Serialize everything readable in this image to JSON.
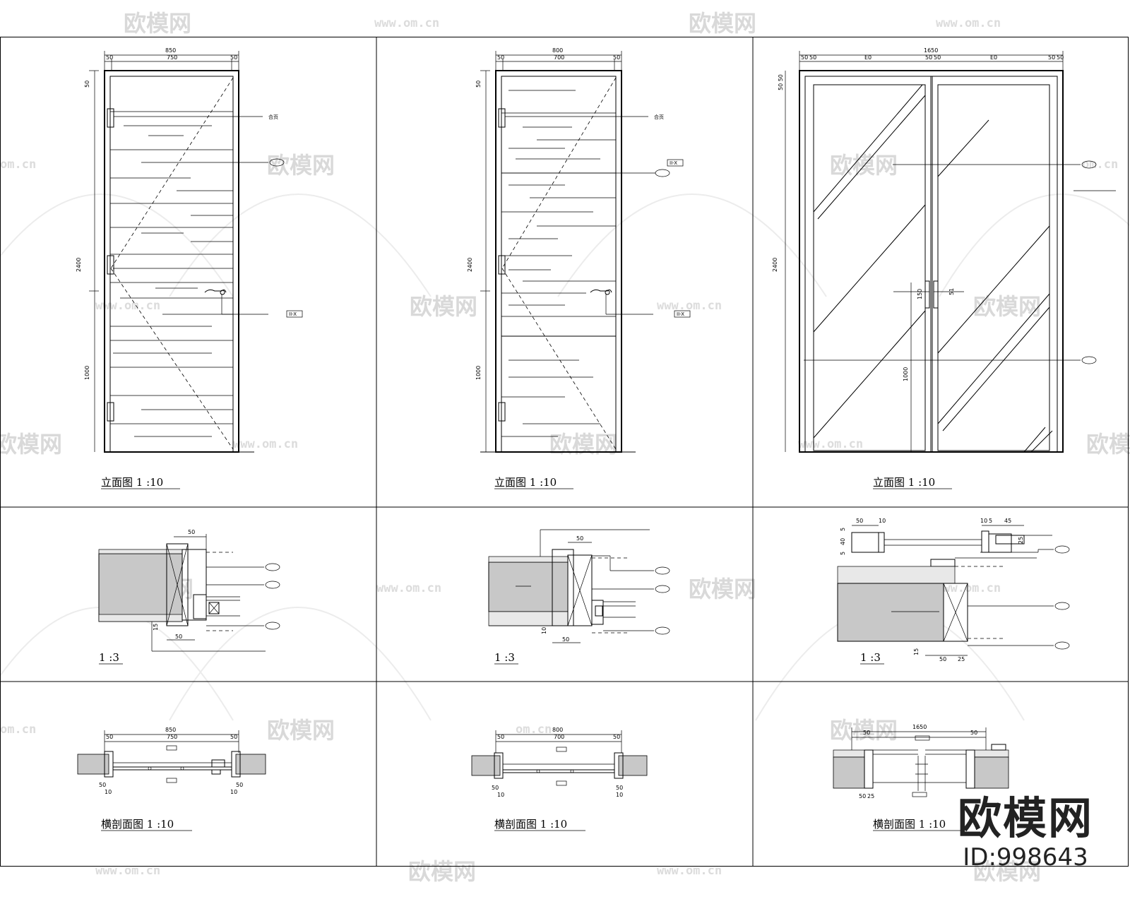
{
  "watermark": {
    "logo_text": "欧模网",
    "url": "www.om.cn",
    "url_short": "om.cn"
  },
  "branding": {
    "logo": "欧模网",
    "id": "ID:998643"
  },
  "panels": {
    "elev1": {
      "caption": "立面图  1 :10",
      "dims": {
        "overall": "850",
        "left": "50",
        "mid": "750",
        "right": "50",
        "top": "50",
        "height": "2400",
        "handle": "1000"
      },
      "notes": {
        "hinge": "合页",
        "tag": "II-X"
      }
    },
    "elev2": {
      "caption": "立面图  1 :10",
      "dims": {
        "overall": "800",
        "left": "50",
        "mid": "700",
        "right": "50",
        "top": "50",
        "height": "2400",
        "handle": "1000"
      },
      "notes": {
        "hinge": "合页",
        "tag": "II-X"
      }
    },
    "elev3": {
      "caption": "立面图  1 :10",
      "dims": {
        "overall": "1650",
        "a": "50",
        "b": "50",
        "mid1": "E0",
        "c": "50",
        "d": "50",
        "mid2": "E0",
        "e": "50",
        "f": "50",
        "top": "50 50",
        "height": "2400",
        "handle": "1000",
        "pull": "150",
        "pull2": "51"
      }
    },
    "det1": {
      "caption": "1 :3",
      "dims": {
        "w": "50",
        "w2": "50",
        "b": "15"
      }
    },
    "det2": {
      "caption": "1 :3",
      "dims": {
        "w": "50",
        "w2": "50",
        "b": "10"
      }
    },
    "det3": {
      "caption": "1 :3",
      "dims": {
        "a": "50",
        "b": "10",
        "c": "10",
        "d": "5",
        "e": "45",
        "f": "5",
        "g": "40",
        "h": "5",
        "i": "25",
        "w": "50",
        "w2": "25",
        "k": "15"
      }
    },
    "plan1": {
      "caption": "横剖面图  1 :10",
      "dims": {
        "overall": "850",
        "left": "50",
        "mid": "750",
        "right": "50",
        "b1": "50",
        "b2": "10",
        "b3": "50",
        "b4": "10"
      }
    },
    "plan2": {
      "caption": "横剖面图  1 :10",
      "dims": {
        "overall": "800",
        "left": "50",
        "mid": "700",
        "right": "50",
        "b1": "50",
        "b2": "10",
        "b3": "50",
        "b4": "10"
      }
    },
    "plan3": {
      "caption": "横剖面图  1 :10",
      "dims": {
        "overall": "1650",
        "left": "50",
        "right": "50",
        "b1": "50",
        "b2": "25"
      }
    }
  }
}
